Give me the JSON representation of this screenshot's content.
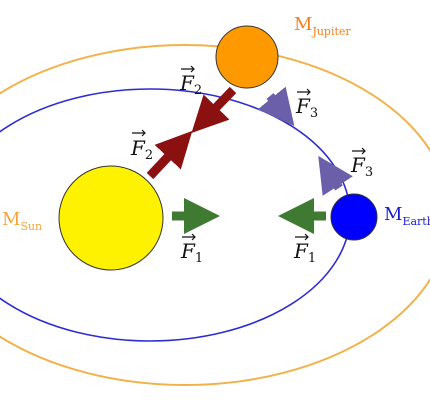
{
  "labels": {
    "sun": {
      "main": "M",
      "sub": "Sun"
    },
    "jupiter": {
      "main": "M",
      "sub": "Jupiter"
    },
    "earth": {
      "main": "M",
      "sub": "Earth"
    }
  },
  "forces": {
    "f1_left": {
      "main": "F",
      "sub": "1"
    },
    "f1_right": {
      "main": "F",
      "sub": "1"
    },
    "f2_upper": {
      "main": "F",
      "sub": "2"
    },
    "f2_lower": {
      "main": "F",
      "sub": "2"
    },
    "f3_upper": {
      "main": "F",
      "sub": "3"
    },
    "f3_lower": {
      "main": "F",
      "sub": "3"
    }
  },
  "colors": {
    "sun_fill": "#FFF200",
    "jupiter_fill": "#FF9900",
    "earth_fill": "#0000FF",
    "earth_orbit": "#2C2CCF",
    "jupiter_orbit": "#F2B24A",
    "arrow_f1": "#3E7A32",
    "arrow_f2": "#8B1010",
    "arrow_f3": "#6A5FA8",
    "label_sun": "#F2A63A",
    "label_jupiter": "#F2801A",
    "label_earth": "#1A1AD0"
  }
}
